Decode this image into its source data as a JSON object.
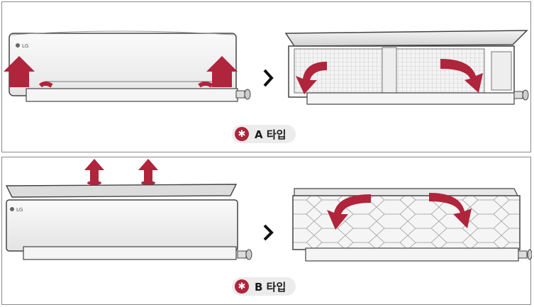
{
  "colors": {
    "accent": "#b0243c",
    "badge_bg": "#ececec",
    "arrow": "#b0243c"
  },
  "panels": [
    {
      "badge_icon": "asterisk-icon",
      "badge_label": "A 타입",
      "logo": "LG",
      "next_icon": "chevron-right-icon"
    },
    {
      "badge_icon": "asterisk-icon",
      "badge_label": "B 타입",
      "logo": "LG",
      "next_icon": "chevron-right-icon"
    }
  ]
}
